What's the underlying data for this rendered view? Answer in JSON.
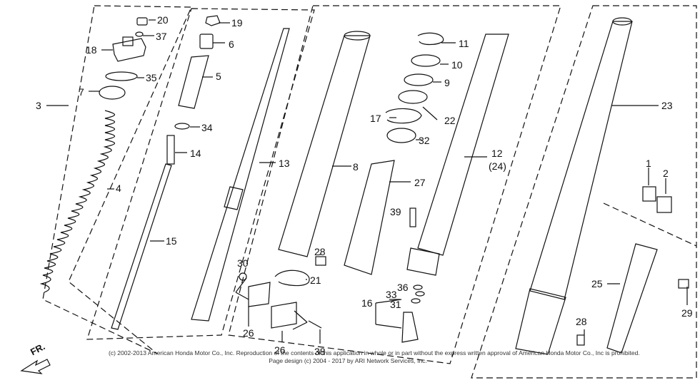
{
  "parts": [
    {
      "id": "20",
      "label": "20"
    },
    {
      "id": "37",
      "label": "37"
    },
    {
      "id": "18",
      "label": "18"
    },
    {
      "id": "35",
      "label": "35"
    },
    {
      "id": "7",
      "label": "7"
    },
    {
      "id": "3",
      "label": "3"
    },
    {
      "id": "4",
      "label": "4"
    },
    {
      "id": "19",
      "label": "19"
    },
    {
      "id": "6",
      "label": "6"
    },
    {
      "id": "5",
      "label": "5"
    },
    {
      "id": "34",
      "label": "34"
    },
    {
      "id": "14",
      "label": "14"
    },
    {
      "id": "13",
      "label": "13"
    },
    {
      "id": "15",
      "label": "15"
    },
    {
      "id": "8",
      "label": "8"
    },
    {
      "id": "11",
      "label": "11"
    },
    {
      "id": "10",
      "label": "10"
    },
    {
      "id": "9",
      "label": "9"
    },
    {
      "id": "17",
      "label": "17"
    },
    {
      "id": "22",
      "label": "22"
    },
    {
      "id": "32",
      "label": "32"
    },
    {
      "id": "12",
      "label": "12"
    },
    {
      "id": "24",
      "label": "(24)"
    },
    {
      "id": "27",
      "label": "27"
    },
    {
      "id": "39",
      "label": "39"
    },
    {
      "id": "28a",
      "label": "28"
    },
    {
      "id": "30",
      "label": "30"
    },
    {
      "id": "21",
      "label": "21"
    },
    {
      "id": "36",
      "label": "36"
    },
    {
      "id": "33",
      "label": "33"
    },
    {
      "id": "16",
      "label": "16"
    },
    {
      "id": "31",
      "label": "31"
    },
    {
      "id": "26a",
      "label": "26"
    },
    {
      "id": "26b",
      "label": "26"
    },
    {
      "id": "38",
      "label": "38"
    },
    {
      "id": "23",
      "label": "23"
    },
    {
      "id": "1",
      "label": "1"
    },
    {
      "id": "2",
      "label": "2"
    },
    {
      "id": "25",
      "label": "25"
    },
    {
      "id": "29",
      "label": "29"
    },
    {
      "id": "28b",
      "label": "28"
    }
  ],
  "copyright_line1": "(c) 2002-2013 American Honda Motor Co., Inc. Reproduction of the contents of this application in whole or in part without the express written approval of American Honda Motor Co., Inc is prohibited.",
  "copyright_line2": "Page design (c) 2004 - 2017 by ARI Network Services, Inc.",
  "direction_label": "FR."
}
